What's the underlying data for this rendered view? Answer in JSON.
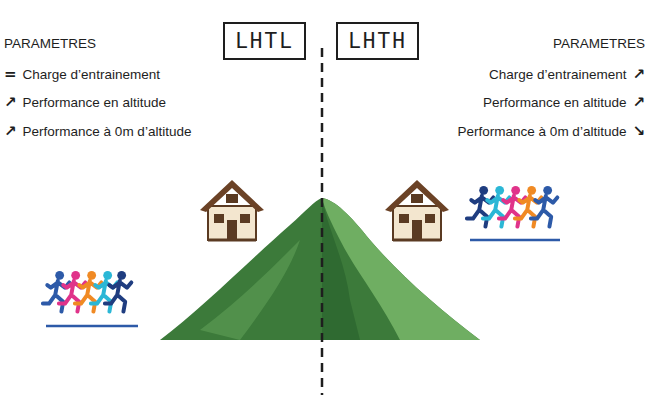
{
  "diagram": {
    "nodes": [
      {
        "text": [
          "LHTL"
        ]
      },
      {
        "text": [
          "LHTH"
        ]
      }
    ],
    "labels": [
      "PARAMETRES",
      "=",
      "Charge d’entrainement",
      "↗",
      "Performance en altitude",
      "↗",
      "Performance à 0m d’altitude",
      "PARAMETRES",
      "Charge d’entrainement",
      "↗",
      "Performance en altitude",
      "↗",
      "Performance à 0m d’altitude",
      "↘"
    ]
  }
}
